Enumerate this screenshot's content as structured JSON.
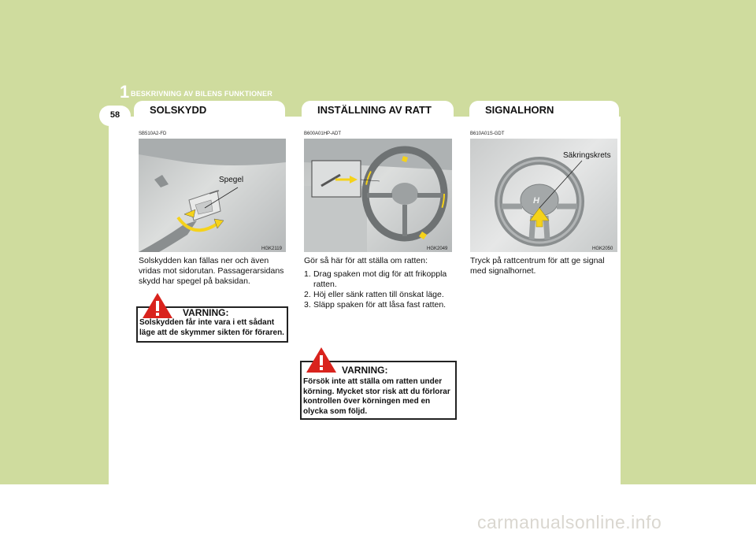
{
  "header": {
    "chapter_number": "1",
    "chapter_title": "BESKRIVNING AV BILENS FUNKTIONER",
    "page_number": "58"
  },
  "col1": {
    "title": "SOLSKYDD",
    "code": "SB510A2-FD",
    "figure_label": "Spegel",
    "figure_code": "HGK2119",
    "body": "Solskydden kan fällas ner och även vridas mot sidorutan. Passagerarsidans skydd har spegel på baksidan.",
    "warning_heading": "VARNING:",
    "warning_text": "Solskydden får inte vara i ett sådant läge att de skymmer sikten för föraren."
  },
  "col2": {
    "title": "INSTÄLLNING AV RATT",
    "code": "B600A01HP-ADT",
    "figure_code": "HGK2049",
    "intro": "Gör så här för att ställa om ratten:",
    "steps": [
      {
        "num": "1.",
        "text": "Drag spaken mot dig för att frikoppla ratten."
      },
      {
        "num": "2.",
        "text": "Höj eller sänk ratten till önskat läge."
      },
      {
        "num": "3.",
        "text": "Släpp spaken för att låsa fast ratten."
      }
    ],
    "warning_heading": "VARNING:",
    "warning_text": "Försök inte att ställa om ratten under körning. Mycket stor risk att du förlorar kontrollen över körningen med en olycka som följd."
  },
  "col3": {
    "title": "SIGNALHORN",
    "code": "B610A01S-GDT",
    "figure_label": "Säkringskrets",
    "figure_code": "HGK2050",
    "body": "Tryck på rattcentrum för att ge signal med signalhornet."
  },
  "footer": {
    "watermark": "carmanualsonline.info"
  },
  "colors": {
    "band": "#cfdc9e",
    "arrow": "#f5d21a",
    "warning_triangle": "#d9231d"
  }
}
